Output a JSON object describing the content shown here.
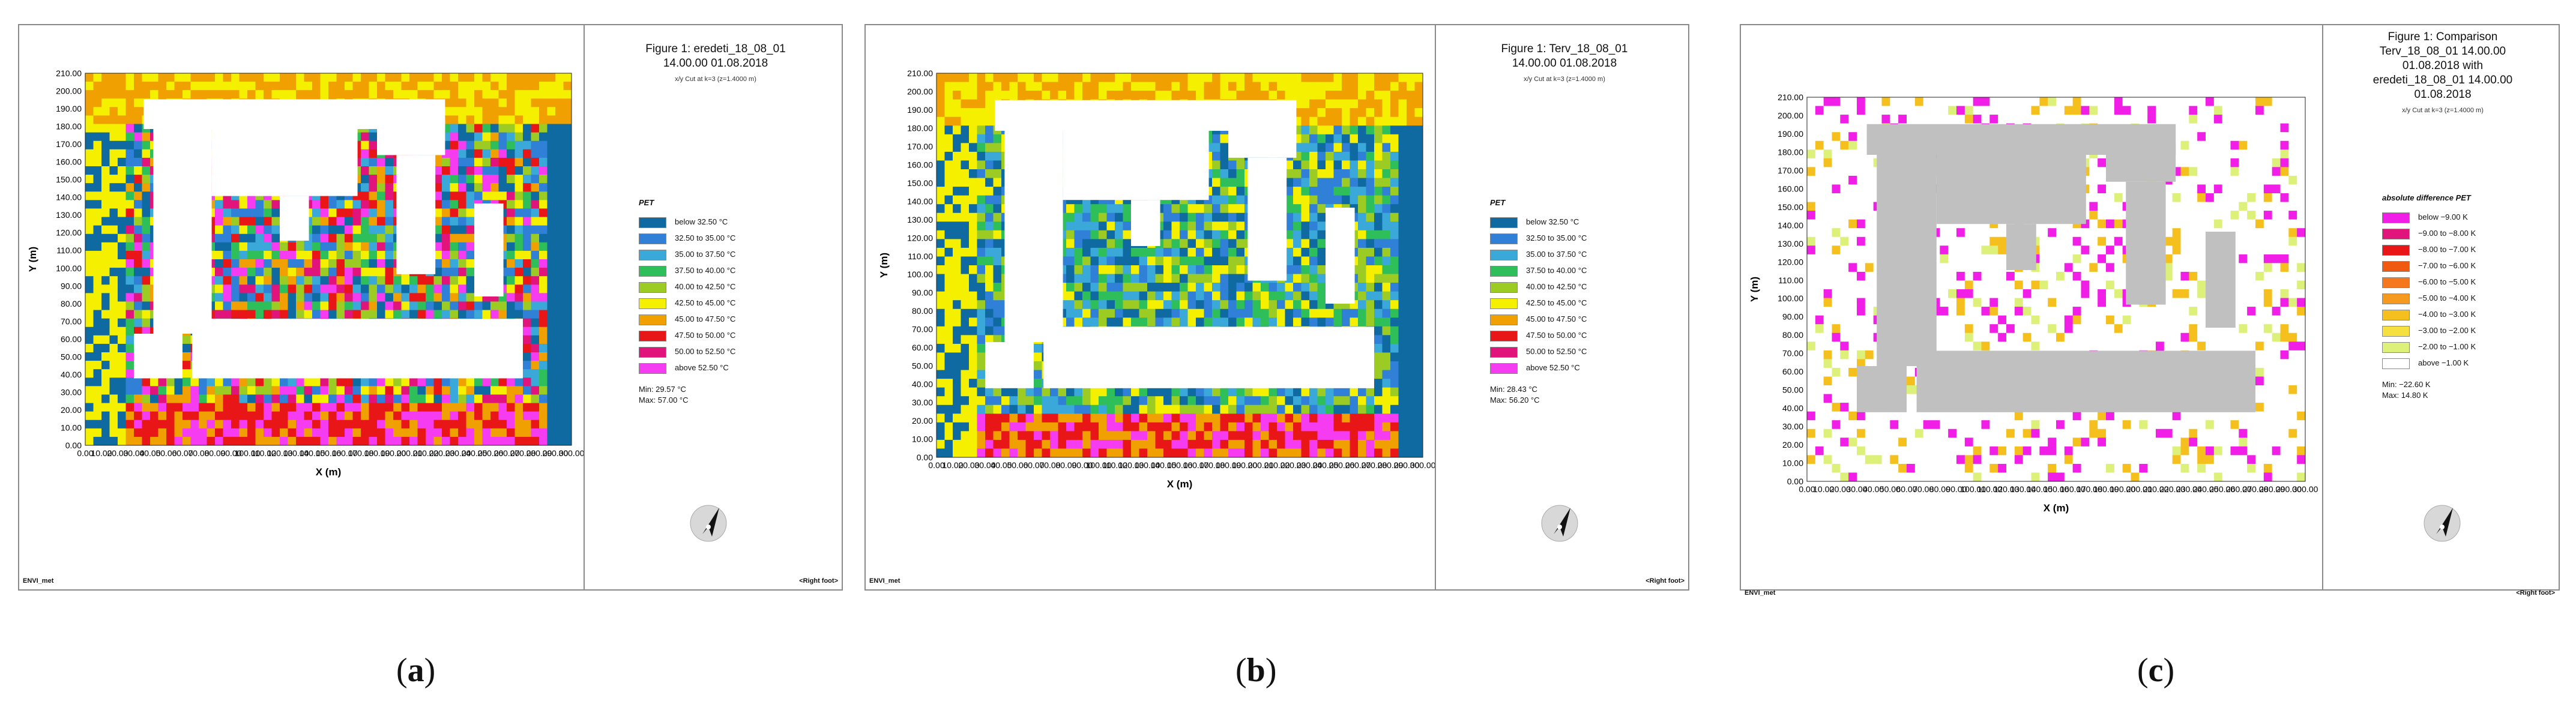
{
  "panels": [
    {
      "id": "a",
      "title_lines": [
        "Figure 1: eredeti_18_08_01",
        "14.00.00 01.08.2018"
      ],
      "subtitle": "x/y Cut at k=3 (z=1.4000 m)",
      "legend_title": "PET",
      "legend": [
        {
          "label": "below 32.50 °C",
          "color": "#0e6aa0"
        },
        {
          "label": "32.50 to 35.00 °C",
          "color": "#2f80d6"
        },
        {
          "label": "35.00 to 37.50 °C",
          "color": "#3aa8d8"
        },
        {
          "label": "37.50 to 40.00 °C",
          "color": "#2fbf5a"
        },
        {
          "label": "40.00 to 42.50 °C",
          "color": "#9ccc24"
        },
        {
          "label": "42.50 to 45.00 °C",
          "color": "#f5f000"
        },
        {
          "label": "45.00 to 47.50 °C",
          "color": "#f0a000"
        },
        {
          "label": "47.50 to 50.00 °C",
          "color": "#e81616"
        },
        {
          "label": "50.00 to 52.50 °C",
          "color": "#e0147a"
        },
        {
          "label": "above 52.50 °C",
          "color": "#f53cf0"
        }
      ],
      "min": "Min: 29.57 °C",
      "max": "Max: 57.00 °C",
      "footer_left": "ENVI_met",
      "footer_right": "<Right foot>",
      "caption": "a",
      "axis_x": "X (m)",
      "axis_y": "Y (m)"
    },
    {
      "id": "b",
      "title_lines": [
        "Figure 1: Terv_18_08_01",
        "14.00.00 01.08.2018"
      ],
      "subtitle": "x/y Cut at k=3 (z=1.4000 m)",
      "legend_title": "PET",
      "legend": [
        {
          "label": "below 32.50 °C",
          "color": "#0e6aa0"
        },
        {
          "label": "32.50 to 35.00 °C",
          "color": "#2f80d6"
        },
        {
          "label": "35.00 to 37.50 °C",
          "color": "#3aa8d8"
        },
        {
          "label": "37.50 to 40.00 °C",
          "color": "#2fbf5a"
        },
        {
          "label": "40.00 to 42.50 °C",
          "color": "#9ccc24"
        },
        {
          "label": "42.50 to 45.00 °C",
          "color": "#f5f000"
        },
        {
          "label": "45.00 to 47.50 °C",
          "color": "#f0a000"
        },
        {
          "label": "47.50 to 50.00 °C",
          "color": "#e81616"
        },
        {
          "label": "50.00 to 52.50 °C",
          "color": "#e0147a"
        },
        {
          "label": "above 52.50 °C",
          "color": "#f53cf0"
        }
      ],
      "min": "Min: 28.43 °C",
      "max": "Max: 56.20 °C",
      "footer_left": "ENVI_met",
      "footer_right": "<Right foot>",
      "caption": "b",
      "axis_x": "X (m)",
      "axis_y": "Y (m)"
    },
    {
      "id": "c",
      "title_lines": [
        "Figure 1: Comparison",
        "Terv_18_08_01 14.00.00",
        "01.08.2018 with",
        "eredeti_18_08_01 14.00.00",
        "01.08.2018"
      ],
      "subtitle": "x/y Cut at k=3 (z=1.4000 m)",
      "legend_title": "absolute difference PET",
      "legend": [
        {
          "label": "below −9.00 K",
          "color": "#f01ee6"
        },
        {
          "label": "−9.00 to −8.00 K",
          "color": "#e0147a"
        },
        {
          "label": "−8.00 to −7.00 K",
          "color": "#e81616"
        },
        {
          "label": "−7.00 to −6.00 K",
          "color": "#f05a10"
        },
        {
          "label": "−6.00 to −5.00 K",
          "color": "#f5781e"
        },
        {
          "label": "−5.00 to −4.00 K",
          "color": "#f59a1e"
        },
        {
          "label": "−4.00 to −3.00 K",
          "color": "#f5c01e"
        },
        {
          "label": "−3.00 to −2.00 K",
          "color": "#f5e040"
        },
        {
          "label": "−2.00 to −1.00 K",
          "color": "#dcf07a"
        },
        {
          "label": "above −1.00 K",
          "color": "#ffffff"
        }
      ],
      "min": "Min: −22.60 K",
      "max": "Max: 14.80 K",
      "footer_left": "ENVI_met",
      "footer_right": "<Right foot>",
      "caption": "c",
      "axis_x": "X (m)",
      "axis_y": "Y (m)"
    }
  ],
  "y_ticks": [
    "0.00",
    "10.00",
    "20.00",
    "30.00",
    "40.00",
    "50.00",
    "60.00",
    "70.00",
    "80.00",
    "90.00",
    "100.00",
    "110.00",
    "120.00",
    "130.00",
    "140.00",
    "150.00",
    "160.00",
    "170.00",
    "180.00",
    "190.00",
    "200.00",
    "210.00"
  ],
  "x_ticks": [
    "0.00",
    "10.00",
    "20.00",
    "30.00",
    "40.00",
    "50.00",
    "60.00",
    "70.00",
    "80.00",
    "90.00",
    "100.00",
    "110.00",
    "120.00",
    "130.00",
    "140.00",
    "150.00",
    "160.00",
    "170.00",
    "180.00",
    "190.00",
    "200.00",
    "210.00",
    "220.00",
    "230.00",
    "240.00",
    "250.00",
    "260.00",
    "270.00",
    "280.00",
    "290.00",
    "300.00"
  ],
  "colors": {
    "building_pet": "#ffffff",
    "building_diff": "#c0c0c0",
    "frame": "#8a8a8a"
  }
}
